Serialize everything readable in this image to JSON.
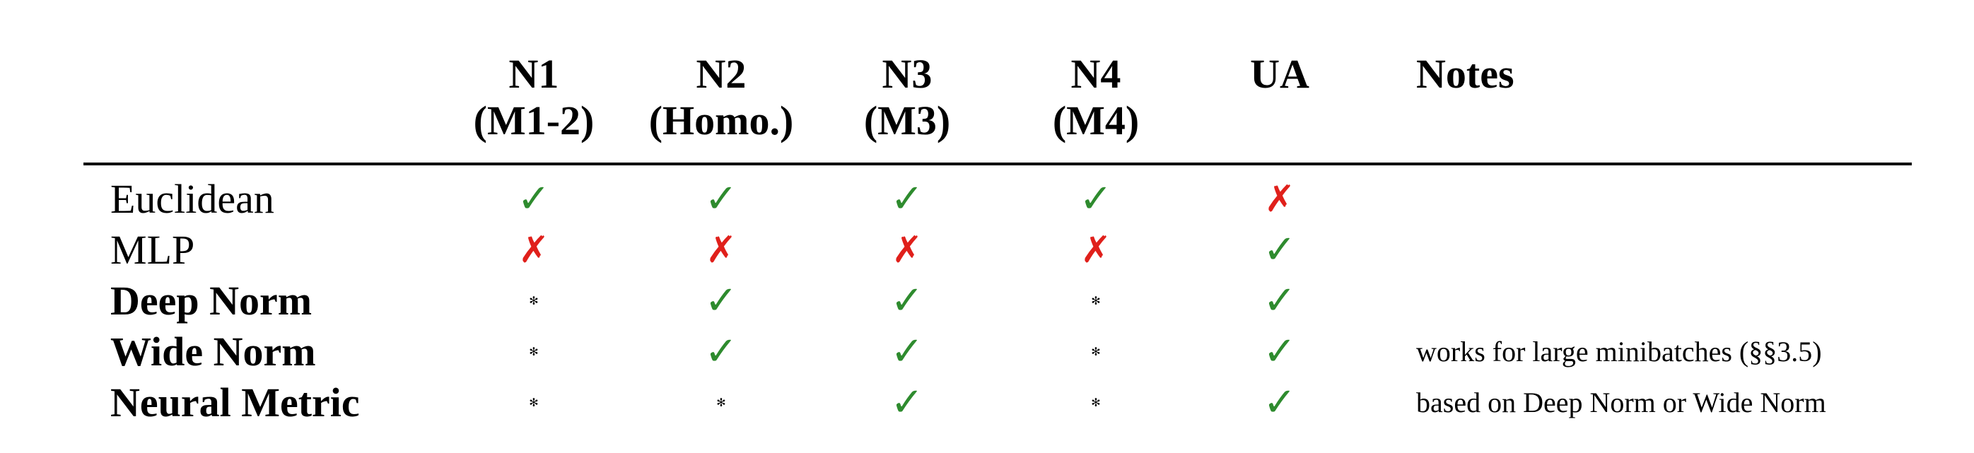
{
  "table": {
    "columns": [
      {
        "key": "n1",
        "line1": "N1",
        "line2": "(M1-2)"
      },
      {
        "key": "n2",
        "line1": "N2",
        "line2": "(Homo.)"
      },
      {
        "key": "n3",
        "line1": "N3",
        "line2": "(M3)"
      },
      {
        "key": "n4",
        "line1": "N4",
        "line2": "(M4)"
      },
      {
        "key": "ua",
        "line1": "UA",
        "line2": ""
      }
    ],
    "notes_header": "Notes",
    "symbols": {
      "check": "✓",
      "cross": "✗",
      "asterisk": "✻"
    },
    "rows": [
      {
        "label": "Euclidean",
        "bold": false,
        "values": [
          "check",
          "check",
          "check",
          "check",
          "cross"
        ],
        "note": ""
      },
      {
        "label": "MLP",
        "bold": false,
        "values": [
          "cross",
          "cross",
          "cross",
          "cross",
          "check"
        ],
        "note": ""
      },
      {
        "label": "Deep Norm",
        "bold": true,
        "values": [
          "asterisk",
          "check",
          "check",
          "asterisk",
          "check"
        ],
        "note": ""
      },
      {
        "label": "Wide Norm",
        "bold": true,
        "values": [
          "asterisk",
          "check",
          "check",
          "asterisk",
          "check"
        ],
        "note": "works for large minibatches (§§3.5)"
      },
      {
        "label": "Neural Metric",
        "bold": true,
        "values": [
          "asterisk",
          "asterisk",
          "check",
          "asterisk",
          "check"
        ],
        "note": "based on Deep Norm or Wide Norm"
      }
    ],
    "colors": {
      "check": "#2e8b2e",
      "cross": "#e0201b",
      "asterisk": "#1a1aee"
    }
  }
}
